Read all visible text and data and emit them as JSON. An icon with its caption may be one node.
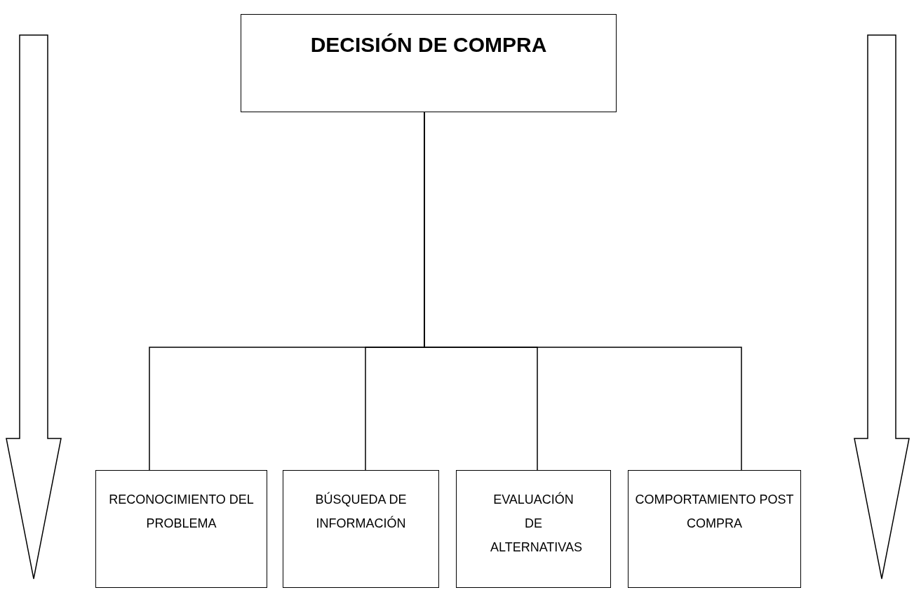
{
  "diagram": {
    "nodes": [
      {
        "text": [
          "DECISIÓN DE COMPRA"
        ]
      },
      {
        "text": [
          "RECONOCIMIENTO DEL PROBLEMA"
        ]
      },
      {
        "text": [
          "BÚSQUEDA DE INFORMACIÓN"
        ]
      },
      {
        "text": [
          "EVALUACIÓN DE ALTERNATIVAS"
        ]
      },
      {
        "text": [
          "COMPORTAMIENTO POST COMPRA"
        ]
      }
    ],
    "edges": [
      {
        "from": 0,
        "to": 1,
        "arrow": "none"
      },
      {
        "from": 0,
        "to": 2,
        "arrow": "none"
      },
      {
        "from": 0,
        "to": 3,
        "arrow": "none"
      },
      {
        "from": 0,
        "to": 4,
        "arrow": "none"
      }
    ]
  }
}
